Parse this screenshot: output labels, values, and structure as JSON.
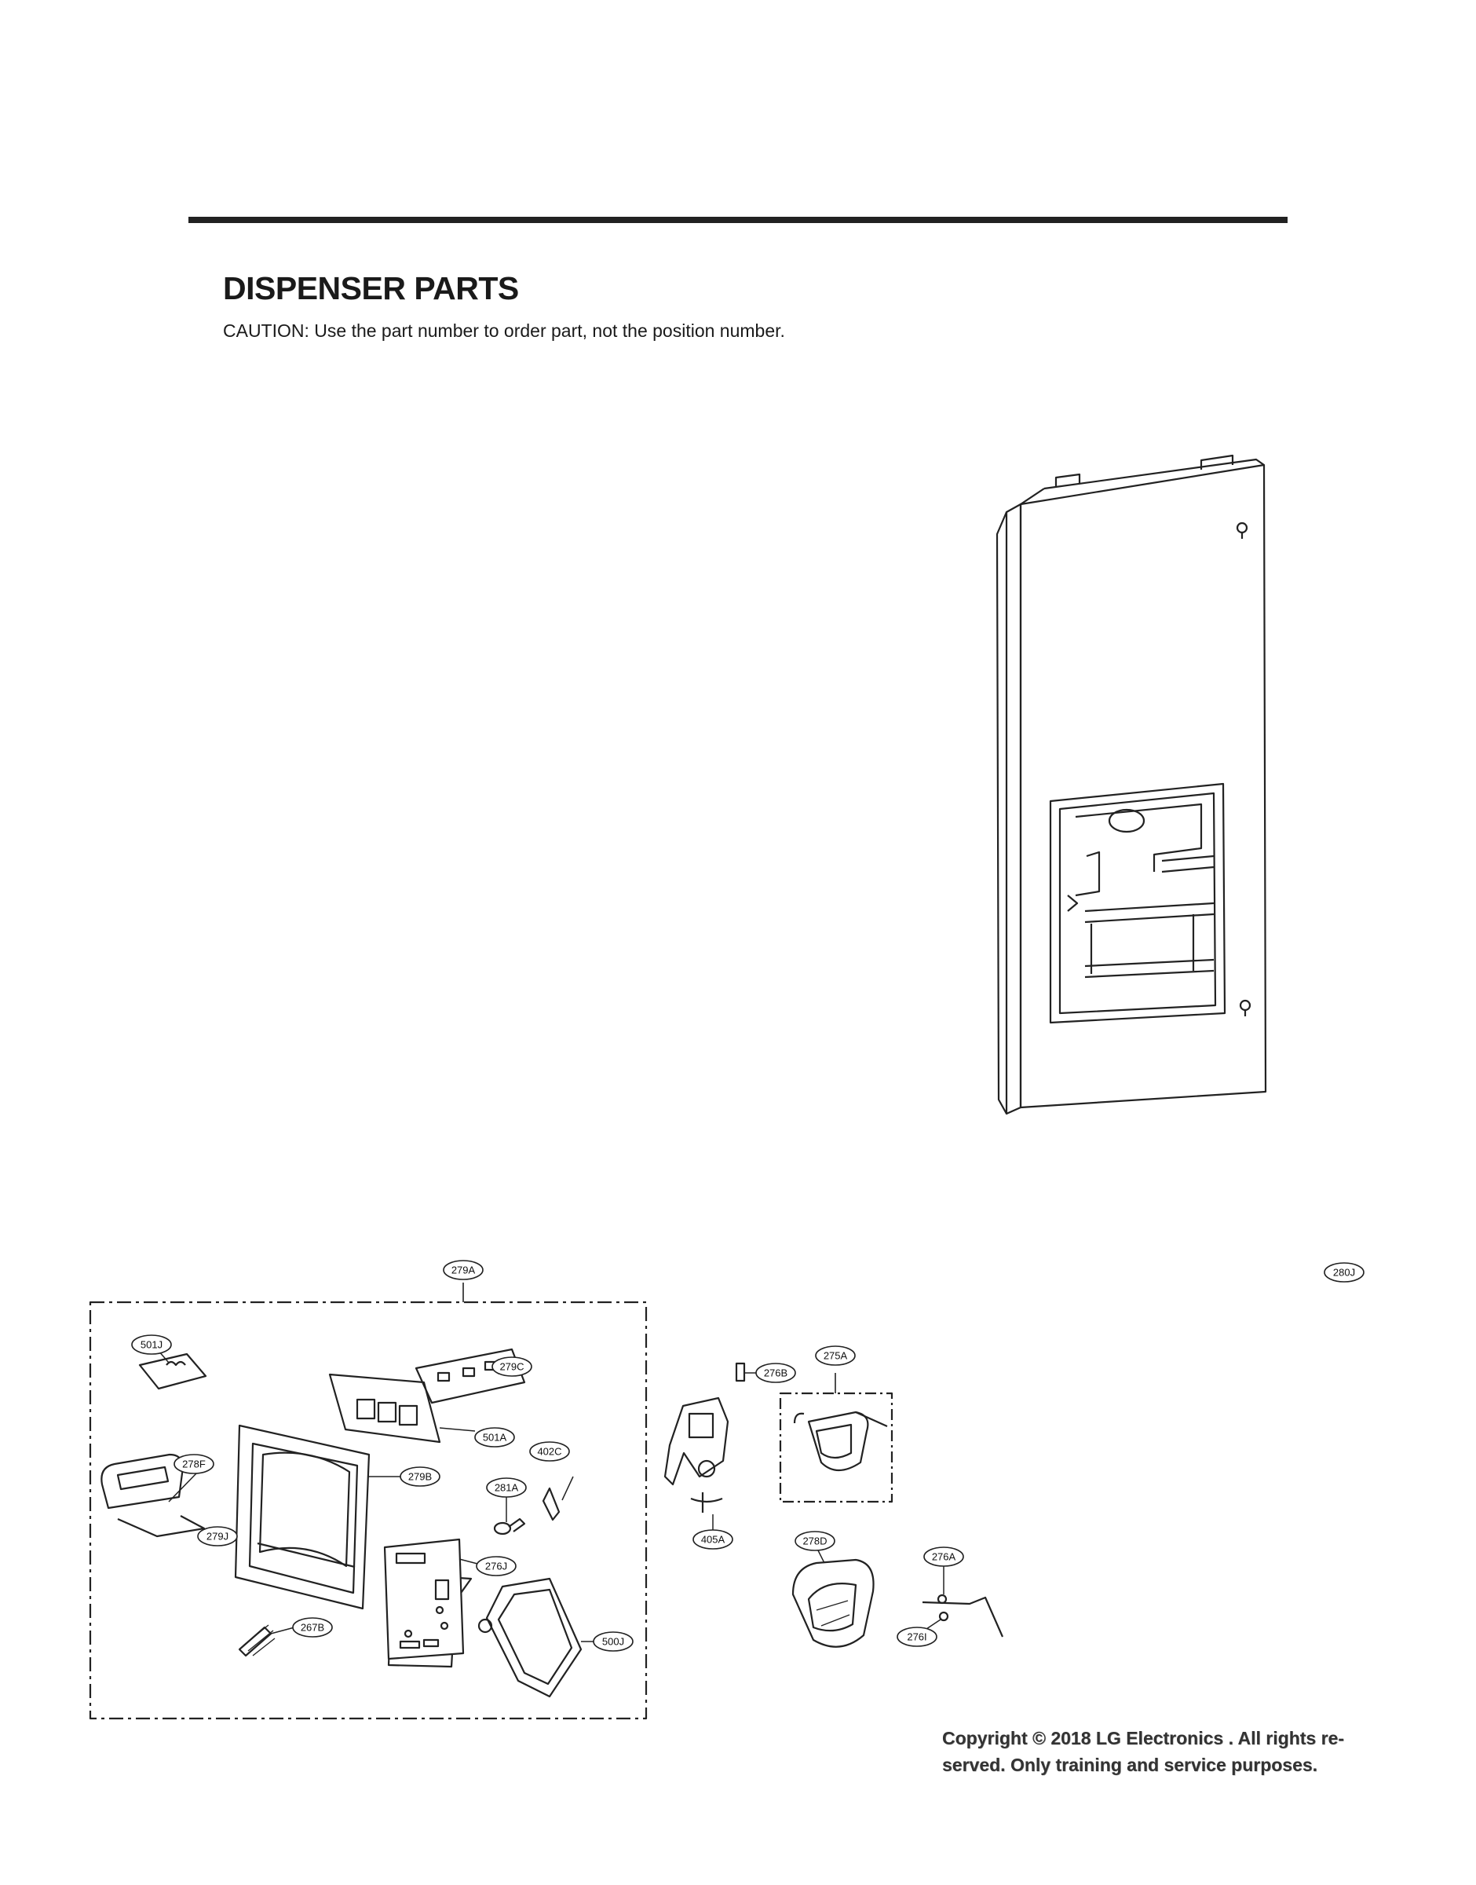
{
  "header": {
    "title": "DISPENSER PARTS",
    "caution": "CAUTION: Use the part number to order part, not the position number."
  },
  "callouts": {
    "c279A": "279A",
    "c280J": "280J",
    "c501J": "501J",
    "c279C": "279C",
    "c501A": "501A",
    "c278F": "278F",
    "c279B": "279B",
    "c402C": "402C",
    "c281A": "281A",
    "c279J": "279J",
    "c276J": "276J",
    "c267B": "267B",
    "c500J": "500J",
    "c276B": "276B",
    "c275A": "275A",
    "c405A": "405A",
    "c278D": "278D",
    "c276A": "276A",
    "c276I": "276I"
  },
  "footer": {
    "copyright_line1": "Copyright © 2018 LG Electronics . All rights re-",
    "copyright_line2": "served. Only training and service purposes."
  }
}
